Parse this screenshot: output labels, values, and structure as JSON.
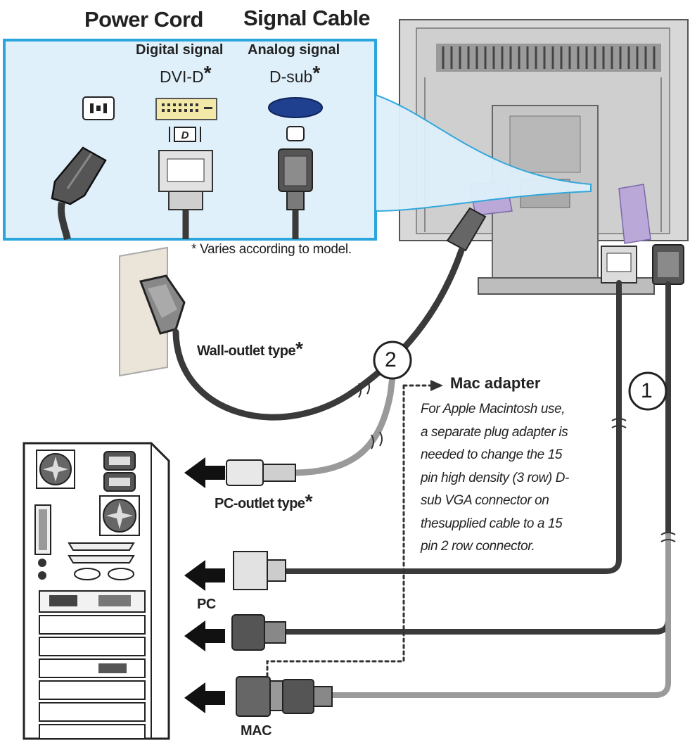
{
  "header": {
    "power_cord": "Power Cord",
    "signal_cable": "Signal Cable"
  },
  "signals": {
    "digital": "Digital signal",
    "analog": "Analog signal"
  },
  "connectors": {
    "dvi": "DVI-D",
    "dsub": "D-sub",
    "asterisk": "*"
  },
  "notes": {
    "varies": "* Varies according to model.",
    "wall_outlet": "Wall-outlet type",
    "pc_outlet": "PC-outlet type"
  },
  "steps": {
    "one": "1",
    "two": "2"
  },
  "mac_adapter": {
    "title": "Mac adapter",
    "lines": [
      "For Apple Macintosh use,",
      "a separate plug adapter is",
      "needed to change the 15",
      "pin high density (3 row) D-",
      "sub VGA connector on",
      "thesupplied cable to a 15",
      "pin   2 row connector."
    ]
  },
  "computer": {
    "pc": "PC",
    "mac": "MAC"
  },
  "colors": {
    "inset_fill": "#dff0fb",
    "inset_border": "#2aa6dc",
    "dsub_blue": "#1f3f8f",
    "cable_dark": "#3a3a3a",
    "cable_light": "#9a9a9a",
    "monitor_gray": "#d4d4d4",
    "stand_lilac": "#b9a8d8"
  }
}
